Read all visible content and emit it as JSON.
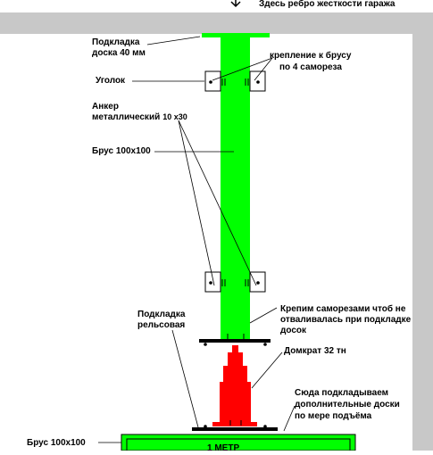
{
  "labels": {
    "garage_rib": "Здесь ребро жесткости гаража",
    "pad_top_1": "Подкладка",
    "pad_top_2": "доска 40 мм",
    "fasten_1": "крепление к брусу",
    "fasten_2": "по 4 самореза",
    "corner": "Уголок",
    "anchor_1": "Анкер",
    "anchor_2": "металлический",
    "anchor_size": "10 х30",
    "beam": "Брус 100х100",
    "screw_1": "Крепим саморезами чтоб не",
    "screw_2": "отваливалась при подкладке",
    "screw_3": "досок",
    "rail_pad_1": "Подкладка",
    "rail_pad_2": "рельсовая",
    "jack": "Домкрат 32 тн",
    "boards_1": "Сюда подкладываем",
    "boards_2": "дополнительные доски",
    "boards_3": "по мере подъёма",
    "bottom_beam": "Брус 100х100",
    "meter": "1 МЕТР"
  },
  "colors": {
    "wall": "#c8c8c8",
    "beam_green": "#00ff00",
    "jack_red": "#ff0000",
    "plate_black": "#000000",
    "line": "#000000"
  }
}
